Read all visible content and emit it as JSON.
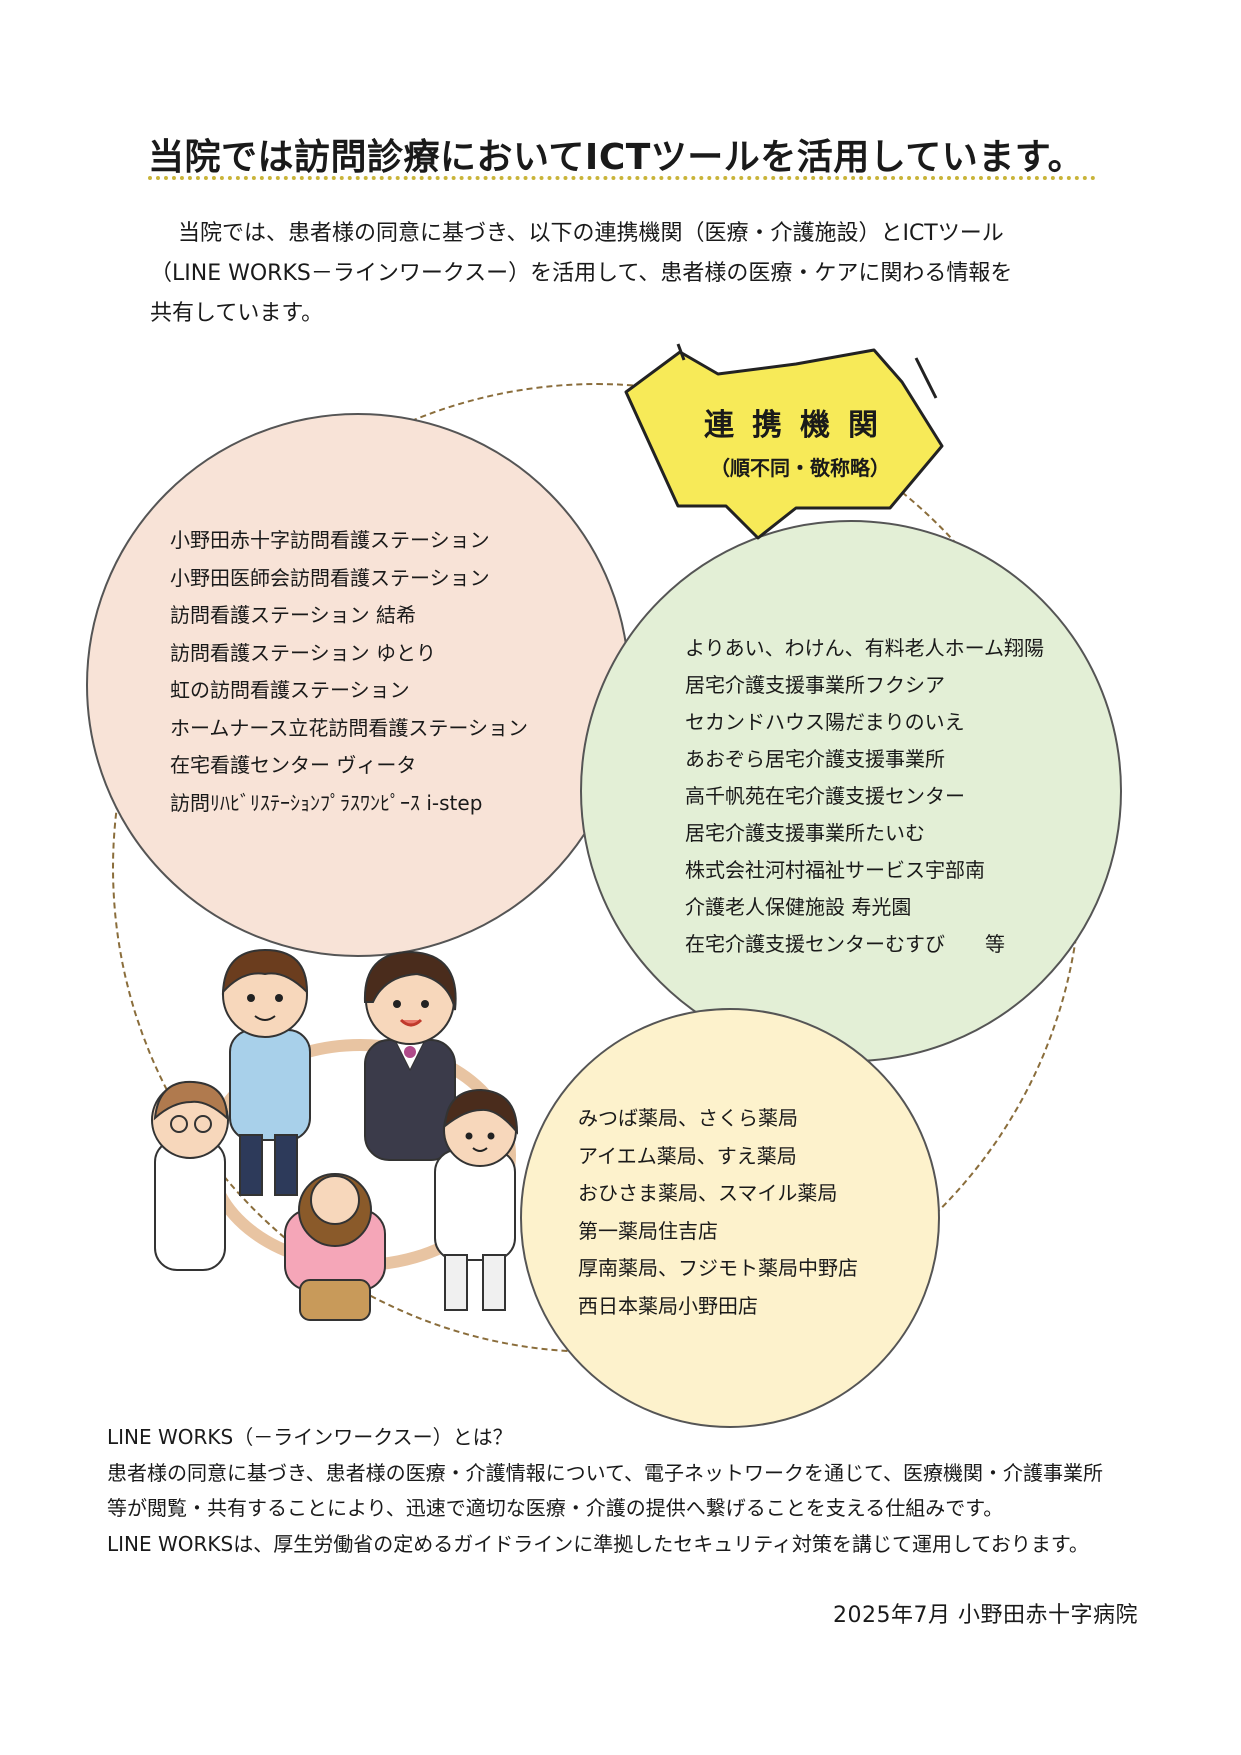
{
  "title": "当院では訪問診療においてICTツールを活用しています。",
  "intro": {
    "line1": "当院では、患者様の同意に基づき、以下の連携機関（医療・介護施設）とICTツール",
    "line2": "（LINE WORKS－ラインワークスー）を活用して、患者様の医療・ケアに関わる情報を",
    "line3": "共有しています。"
  },
  "bubble": {
    "title": "連携機関",
    "subtitle": "（順不同・敬称略）"
  },
  "nursing_stations": [
    "小野田赤十字訪問看護ステーション",
    "小野田医師会訪問看護ステーション",
    "訪問看護ステーション  結希",
    "訪問看護ステーション  ゆとり",
    "虹の訪問看護ステーション",
    "ホームナース立花訪問看護ステーション",
    "在宅看護センター  ヴィータ",
    "訪問ﾘﾊﾋﾞﾘｽﾃｰｼｮﾝﾌﾟﾗｽﾜﾝﾋﾟｰｽ i-step"
  ],
  "care_facilities": [
    "よりあい、わけん、有料老人ホーム翔陽",
    "居宅介護支援事業所フクシア",
    "セカンドハウス陽だまりのいえ",
    "あおぞら居宅介護支援事業所",
    "高千帆苑在宅介護支援センター",
    "居宅介護支援事業所たいむ",
    "株式会社河村福祉サービス宇部南",
    "介護老人保健施設  寿光園",
    "在宅介護支援センターむすび　　等"
  ],
  "pharmacies": [
    "みつば薬局、さくら薬局",
    "アイエム薬局、すえ薬局",
    "おひさま薬局、スマイル薬局",
    "第一薬局住吉店",
    "厚南薬局、フジモト薬局中野店",
    "西日本薬局小野田店"
  ],
  "bottom": {
    "line1": "LINE WORKS（－ラインワークスー）とは？",
    "line2": "患者様の同意に基づき、患者様の医療・介護情報について、電子ネットワークを通じて、医療機関・介護事業所",
    "line3": "等が閲覧・共有することにより、迅速で適切な医療・介護の提供へ繋げることを支える仕組みです。",
    "line4": "LINE WORKSは、厚生労働省の定めるガイドラインに準拠したセキュリティ対策を講じて運用しております。"
  },
  "footer": "2025年7月  小野田赤十字病院",
  "colors": {
    "pink_circle": "#f8e3d7",
    "green_circle": "#e3efd6",
    "yellow_circle": "#fdf2cc",
    "bubble": "#f7ea58",
    "ring": "#8a6d3b",
    "title_underline": "#c9b43a"
  },
  "illustration_icon": "people-holding-hands-icon"
}
